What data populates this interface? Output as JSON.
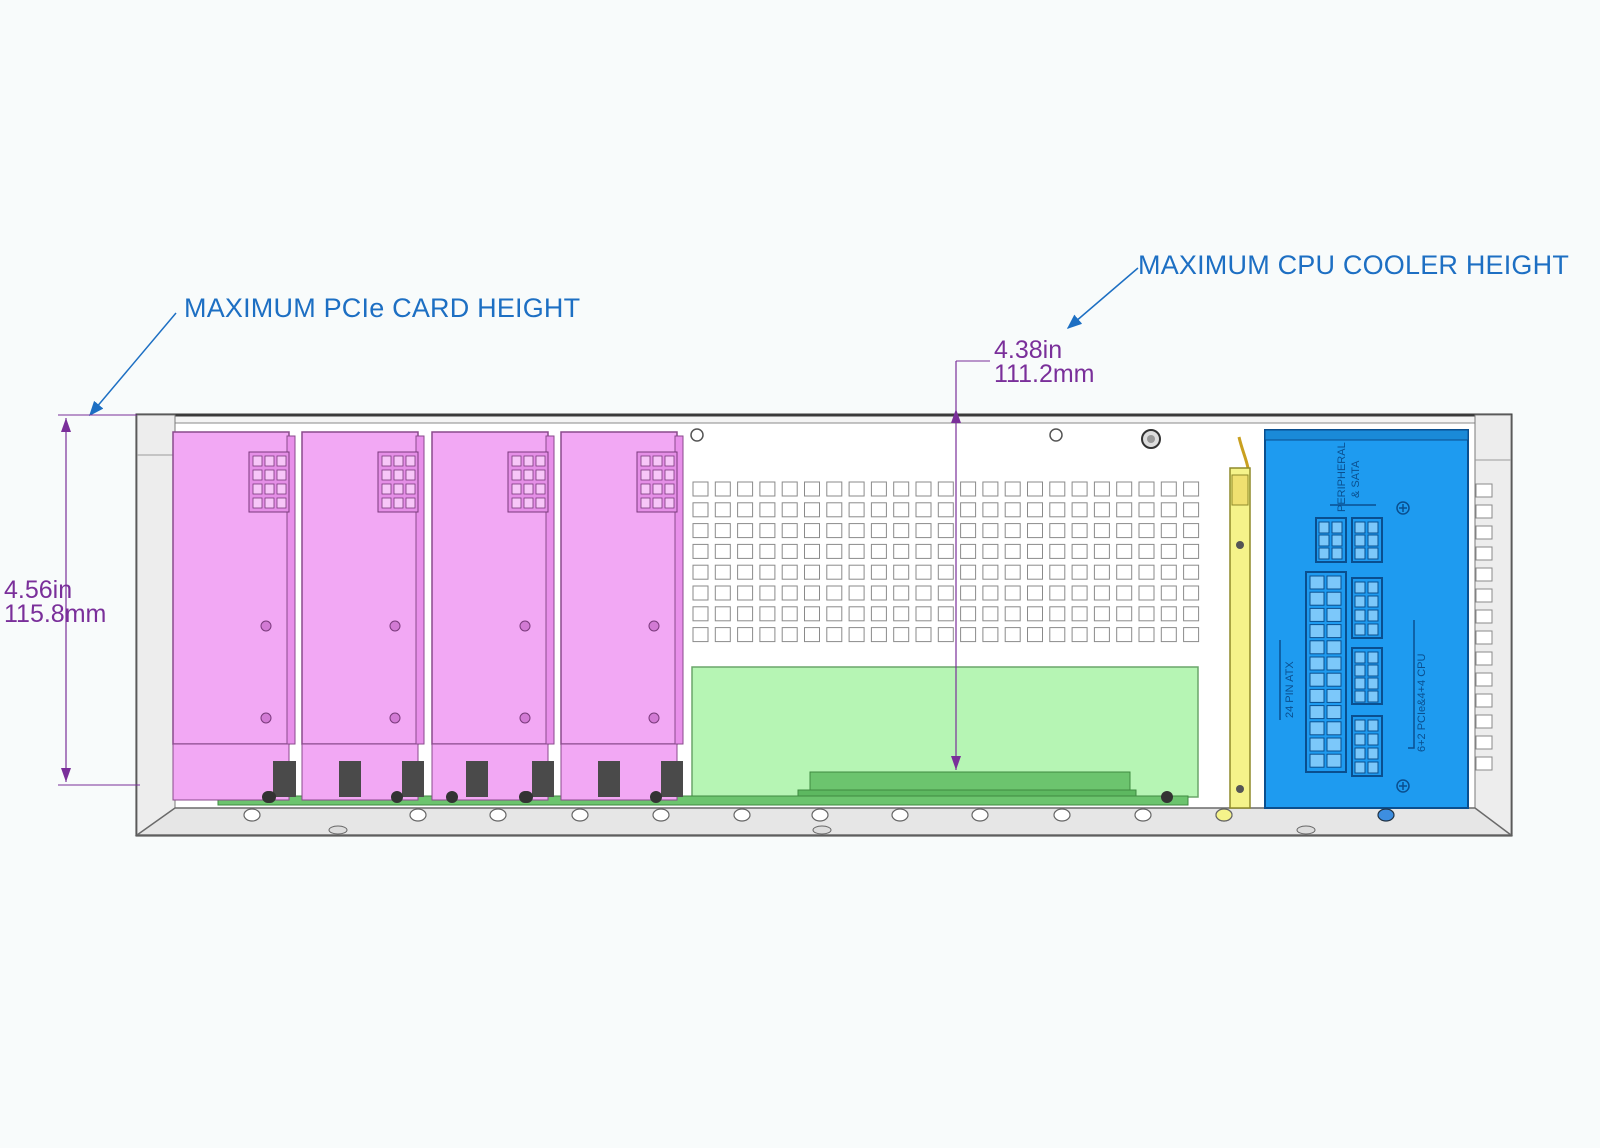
{
  "callouts": {
    "pcie_label": "MAXIMUM PCIe CARD HEIGHT",
    "cpu_label": "MAXIMUM CPU COOLER HEIGHT"
  },
  "dimensions": {
    "pcie": {
      "inches": "4.56in",
      "mm": "115.8mm"
    },
    "cpu": {
      "inches": "4.38in",
      "mm": "111.2mm"
    }
  },
  "psu": {
    "peripheral_label": "PERIPHERAL",
    "sata_label": "& SATA",
    "atx_label": "24 PIN ATX",
    "cpu_label": "6+2 PCIe&4+4 CPU"
  },
  "colors": {
    "pcie_card": "#f2a8f4",
    "psu": "#1e9bf0",
    "motherboard": "#b6f5b4",
    "riser": "#6cc46e",
    "ssd_bracket": "#f5f38a",
    "callout_text": "#1d6fc3",
    "dimension_text": "#7a2f9a",
    "chassis": "#f3f3f3"
  }
}
